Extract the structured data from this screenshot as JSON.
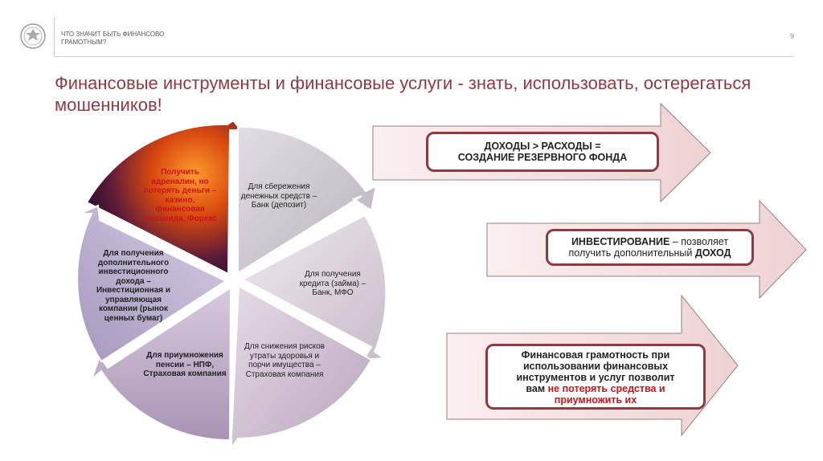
{
  "header": {
    "section_title": "ЧТО ЗНАЧИТ БЫТЬ ФИНАНСОВО ГРАМОТНЫМ?",
    "page_number": "9"
  },
  "title": "Финансовые инструменты и финансовые услуги - знать, использовать, остерегаться мошенников!",
  "cycle": {
    "segments": [
      {
        "text": "Получить адреналин, но потерять деньги – казино, финансовая пирамида, Форекс"
      },
      {
        "text": "Для сбережения денежных средств – Банк (депозит)"
      },
      {
        "text": "Для получения кредита (займа) – Банк, МФО"
      },
      {
        "text": "Для снижения рисков утраты здоровья и порчи имущества – Страховая компания"
      },
      {
        "text": "Для приумножения пенсии – НПФ, Страховая компания"
      },
      {
        "text": "Для получения дополнительного инвестиционного дохода – Инвестиционная и управляющая компании (рынок ценных бумаг)"
      }
    ]
  },
  "arrows": [
    {
      "line1": "ДОХОДЫ > РАСХОДЫ =",
      "line2": "СОЗДАНИЕ РЕЗЕРВНОГО ФОНДА"
    },
    {
      "bold1": "ИНВЕСТИРОВАНИЕ",
      "rest1": " – позволяет",
      "line2": "получить дополнительный ",
      "bold2": "ДОХОД"
    },
    {
      "line1": "Финансовая грамотность при",
      "line2": "использовании финансовых",
      "line3": "инструментов и услуг позволит",
      "line4": "вам ",
      "red1": "не потерять средства и",
      "red2": "приумножить их"
    }
  ],
  "colors": {
    "accent": "#8f3a43",
    "warning": "#c8141b",
    "arrow_fill": "#f3dede"
  }
}
